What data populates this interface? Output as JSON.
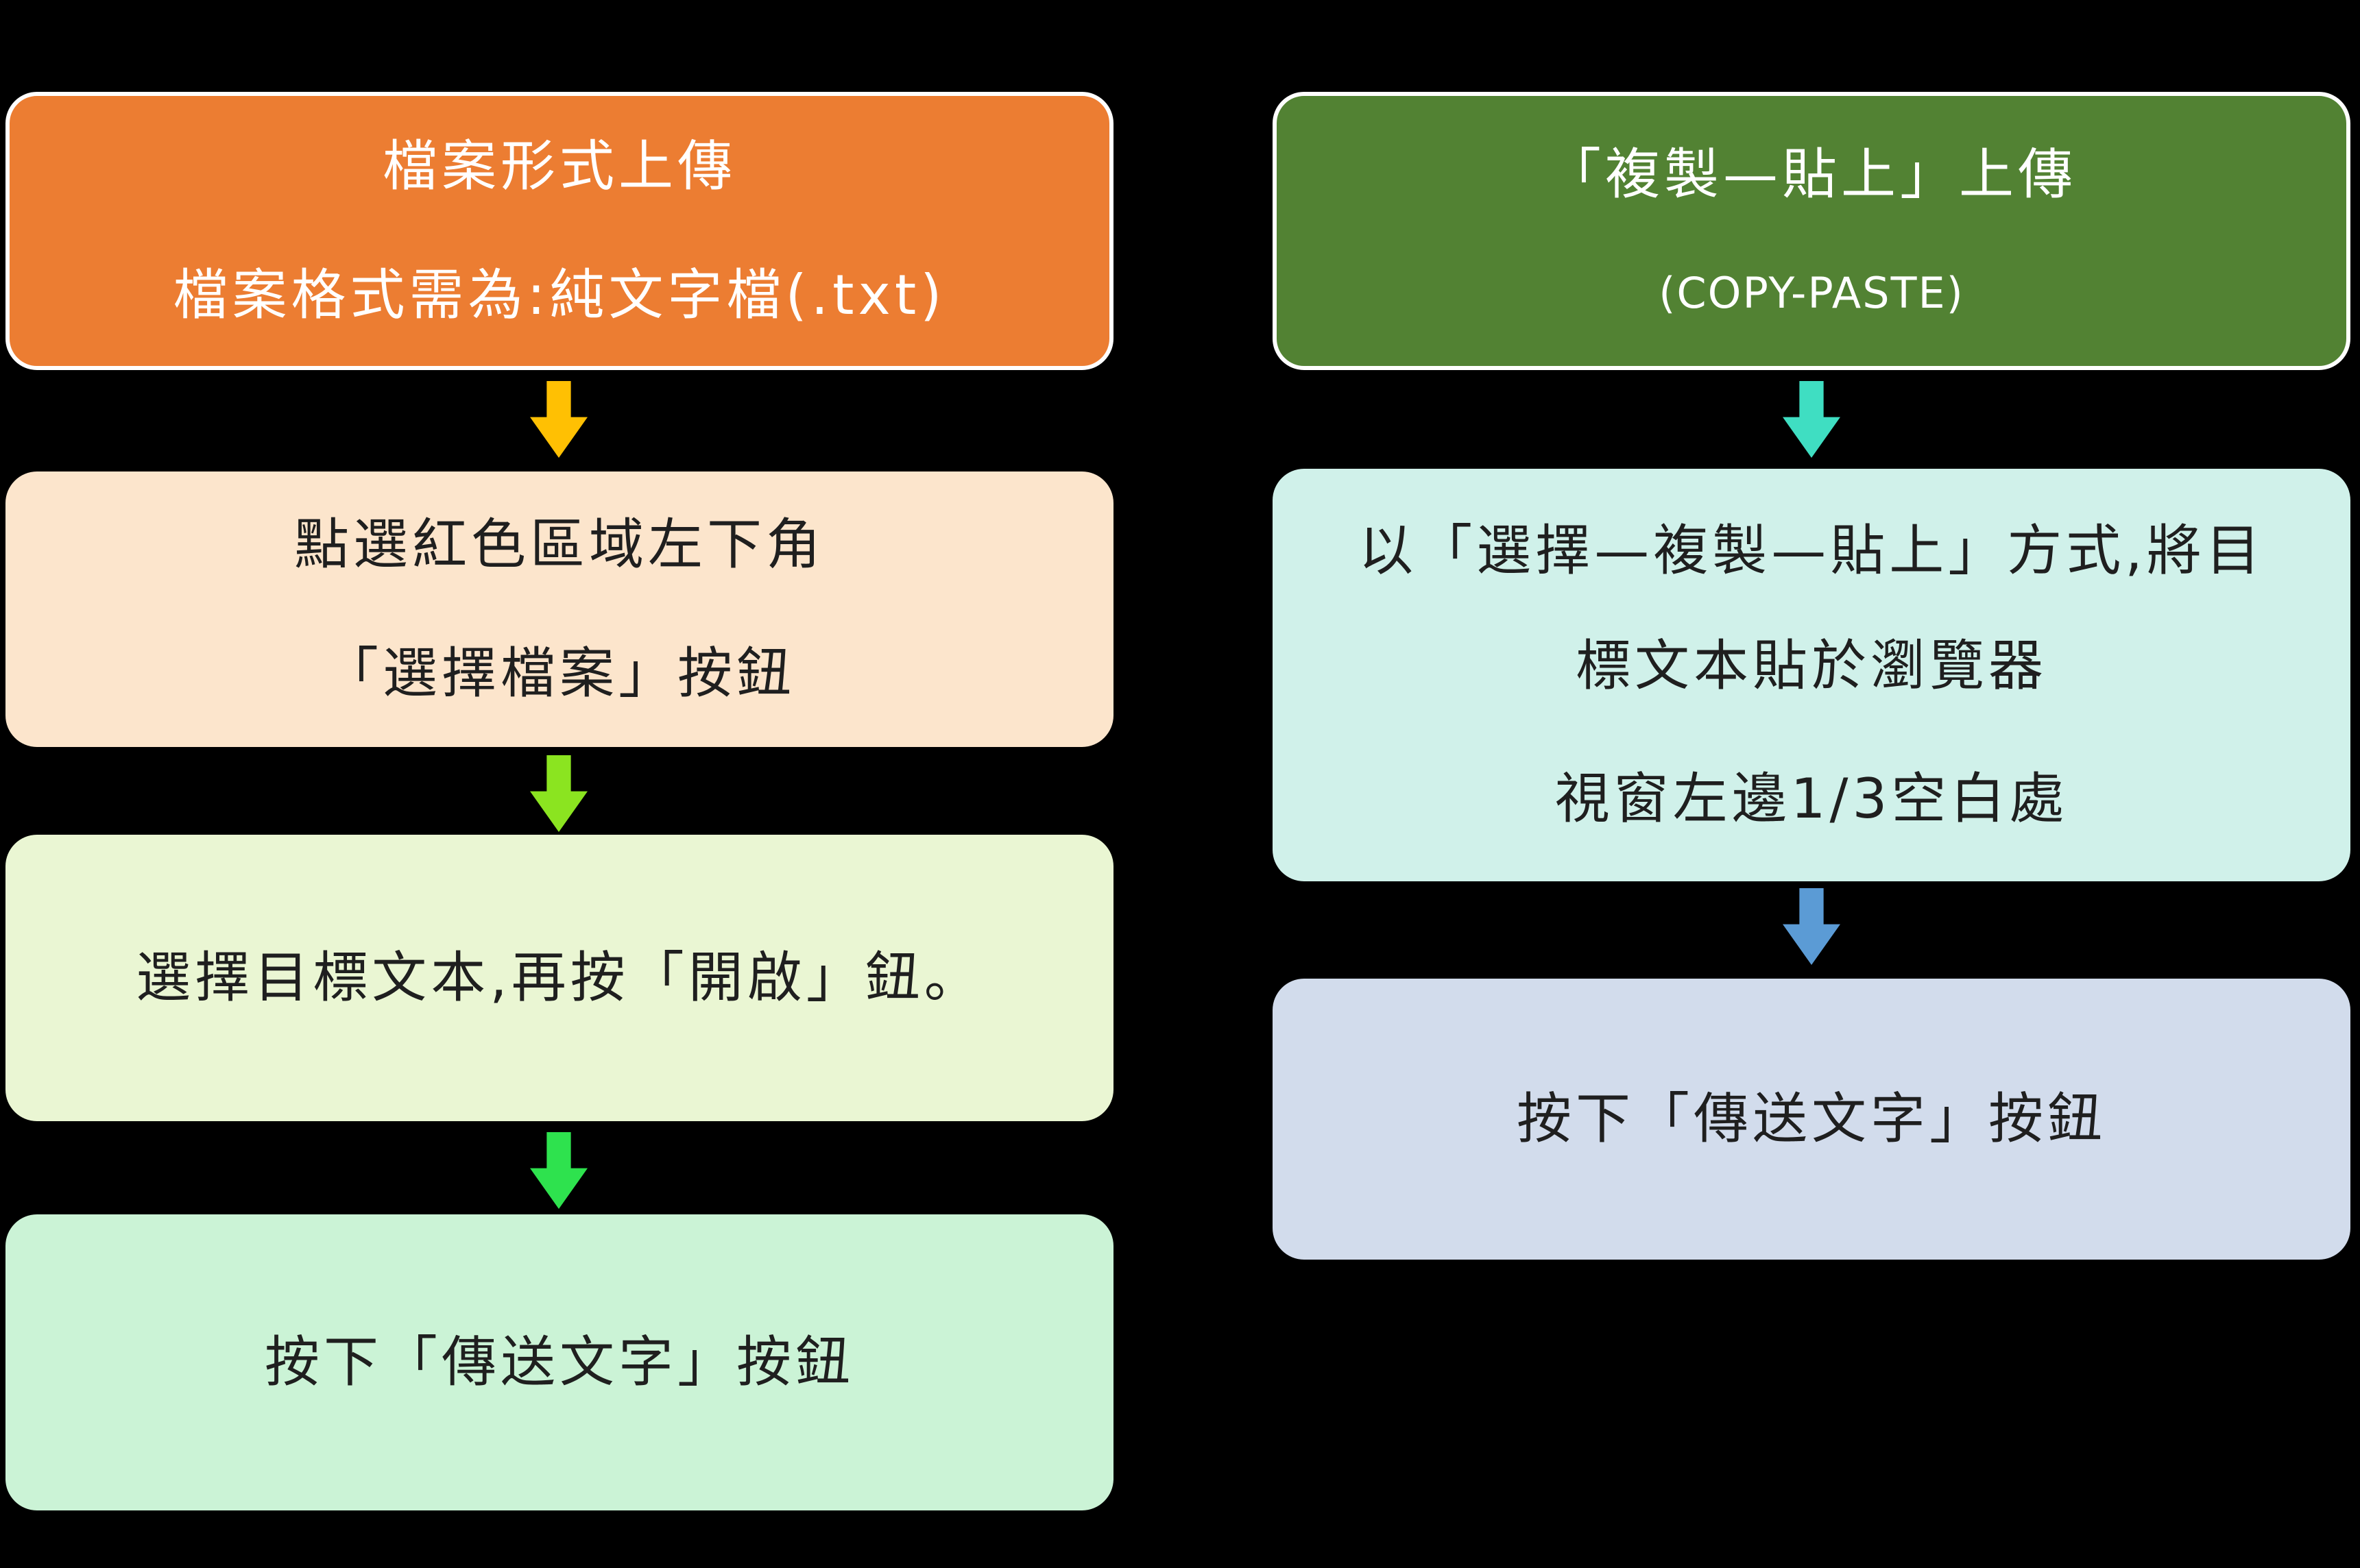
{
  "left_flow": {
    "box1": {
      "line1": "檔案形式上傳",
      "line2": "檔案格式需為:純文字檔(.txt)"
    },
    "box2": {
      "line1": "點選紅色區域左下角",
      "line2": "「選擇檔案」按鈕"
    },
    "box3": {
      "line1": "選擇目標文本,再按「開啟」鈕。"
    },
    "box4": {
      "line1": "按下「傳送文字」按鈕"
    }
  },
  "right_flow": {
    "box1": {
      "line1": "「複製—貼上」上傳",
      "line2": "(COPY-PASTE)"
    },
    "box2": {
      "line1": "以「選擇—複製—貼上」方式,將目",
      "line2": "標文本貼於瀏覽器",
      "line3": "視窗左邊1/3空白處"
    },
    "box3": {
      "line1": "按下「傳送文字」按鈕"
    }
  },
  "colors": {
    "background": "#000000",
    "left_box1_fill": "#EC7D32",
    "left_box2_fill": "#FCE5CC",
    "left_box3_fill": "#EAF6D3",
    "left_box4_fill": "#CBF3D6",
    "right_box1_fill": "#528233",
    "right_box2_fill": "#D0F1EA",
    "right_box3_fill": "#D2DCEC",
    "header_text": "#FFFFFF",
    "step_text": "#1F1F1F",
    "arrow_gold": "#FFC003",
    "arrow_chartreuse": "#8BE420",
    "arrow_green": "#2EE24E",
    "arrow_turquoise": "#3FDEC2",
    "arrow_blue": "#5B9BD5"
  }
}
